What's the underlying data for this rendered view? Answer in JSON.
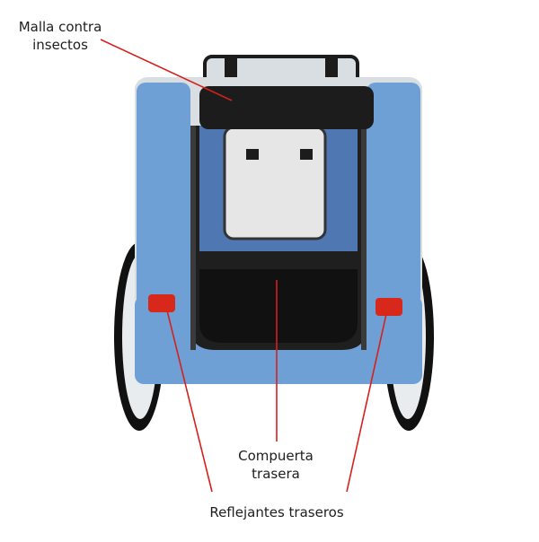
{
  "annotations": {
    "insect_net": "Malla contra\ninsectos",
    "rear_hatch": "Compuerta\ntrasera",
    "rear_reflectors": "Reflejantes traseros"
  },
  "colors": {
    "body_blue": "#6ea0d6",
    "frame_gray": "#d9dee3",
    "mesh_black": "#1c1c1c",
    "reflector_red": "#d8281c",
    "leader_line": "#d6201c"
  }
}
